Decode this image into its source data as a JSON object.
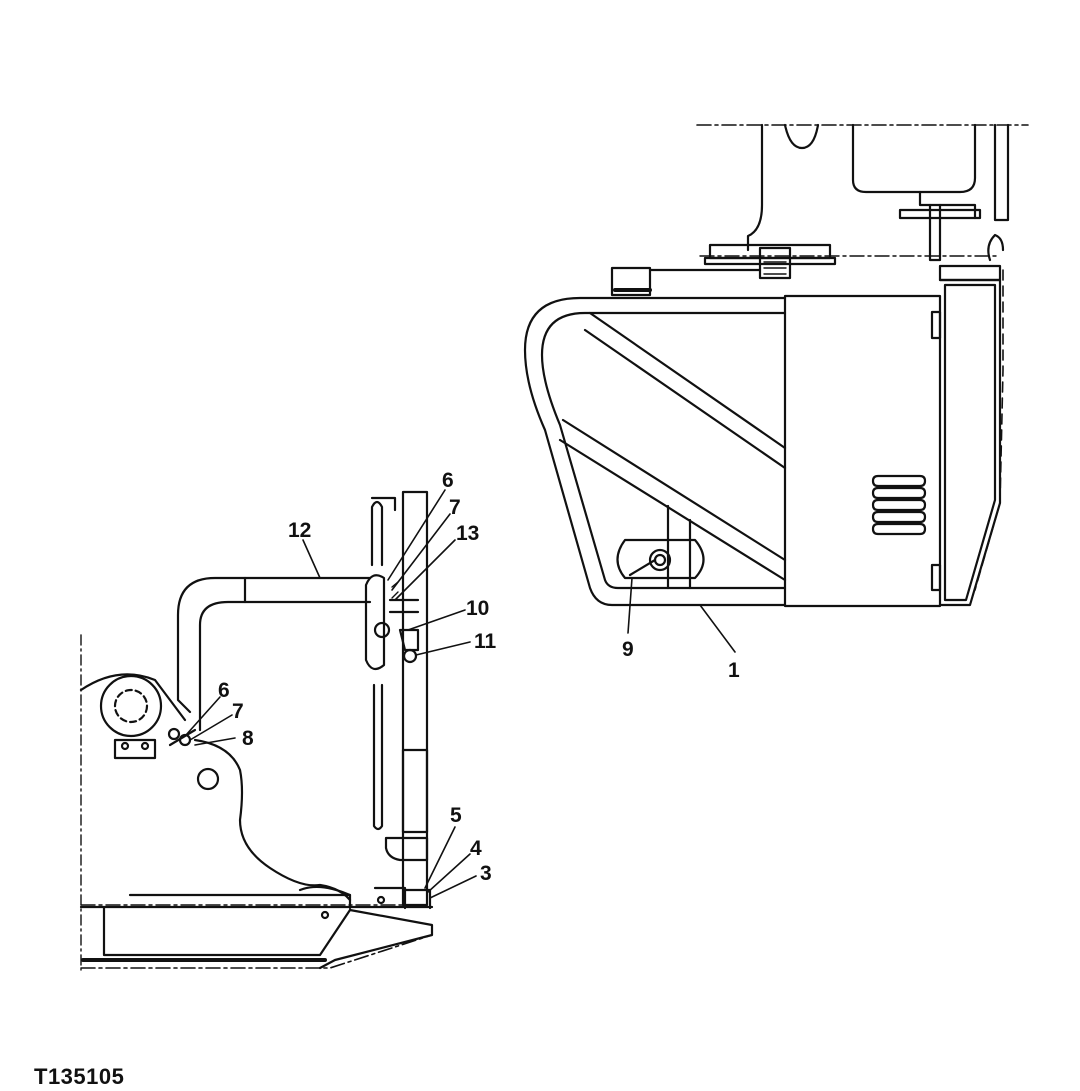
{
  "figure": {
    "figure_id": "T135105",
    "line_color": "#111111",
    "background": "#ffffff"
  },
  "callouts": {
    "c1": "1",
    "c3": "3",
    "c4": "4",
    "c5": "5",
    "c6a": "6",
    "c6b": "6",
    "c7a": "7",
    "c7b": "7",
    "c8": "8",
    "c9": "9",
    "c10": "10",
    "c11": "11",
    "c12": "12",
    "c13": "13"
  }
}
